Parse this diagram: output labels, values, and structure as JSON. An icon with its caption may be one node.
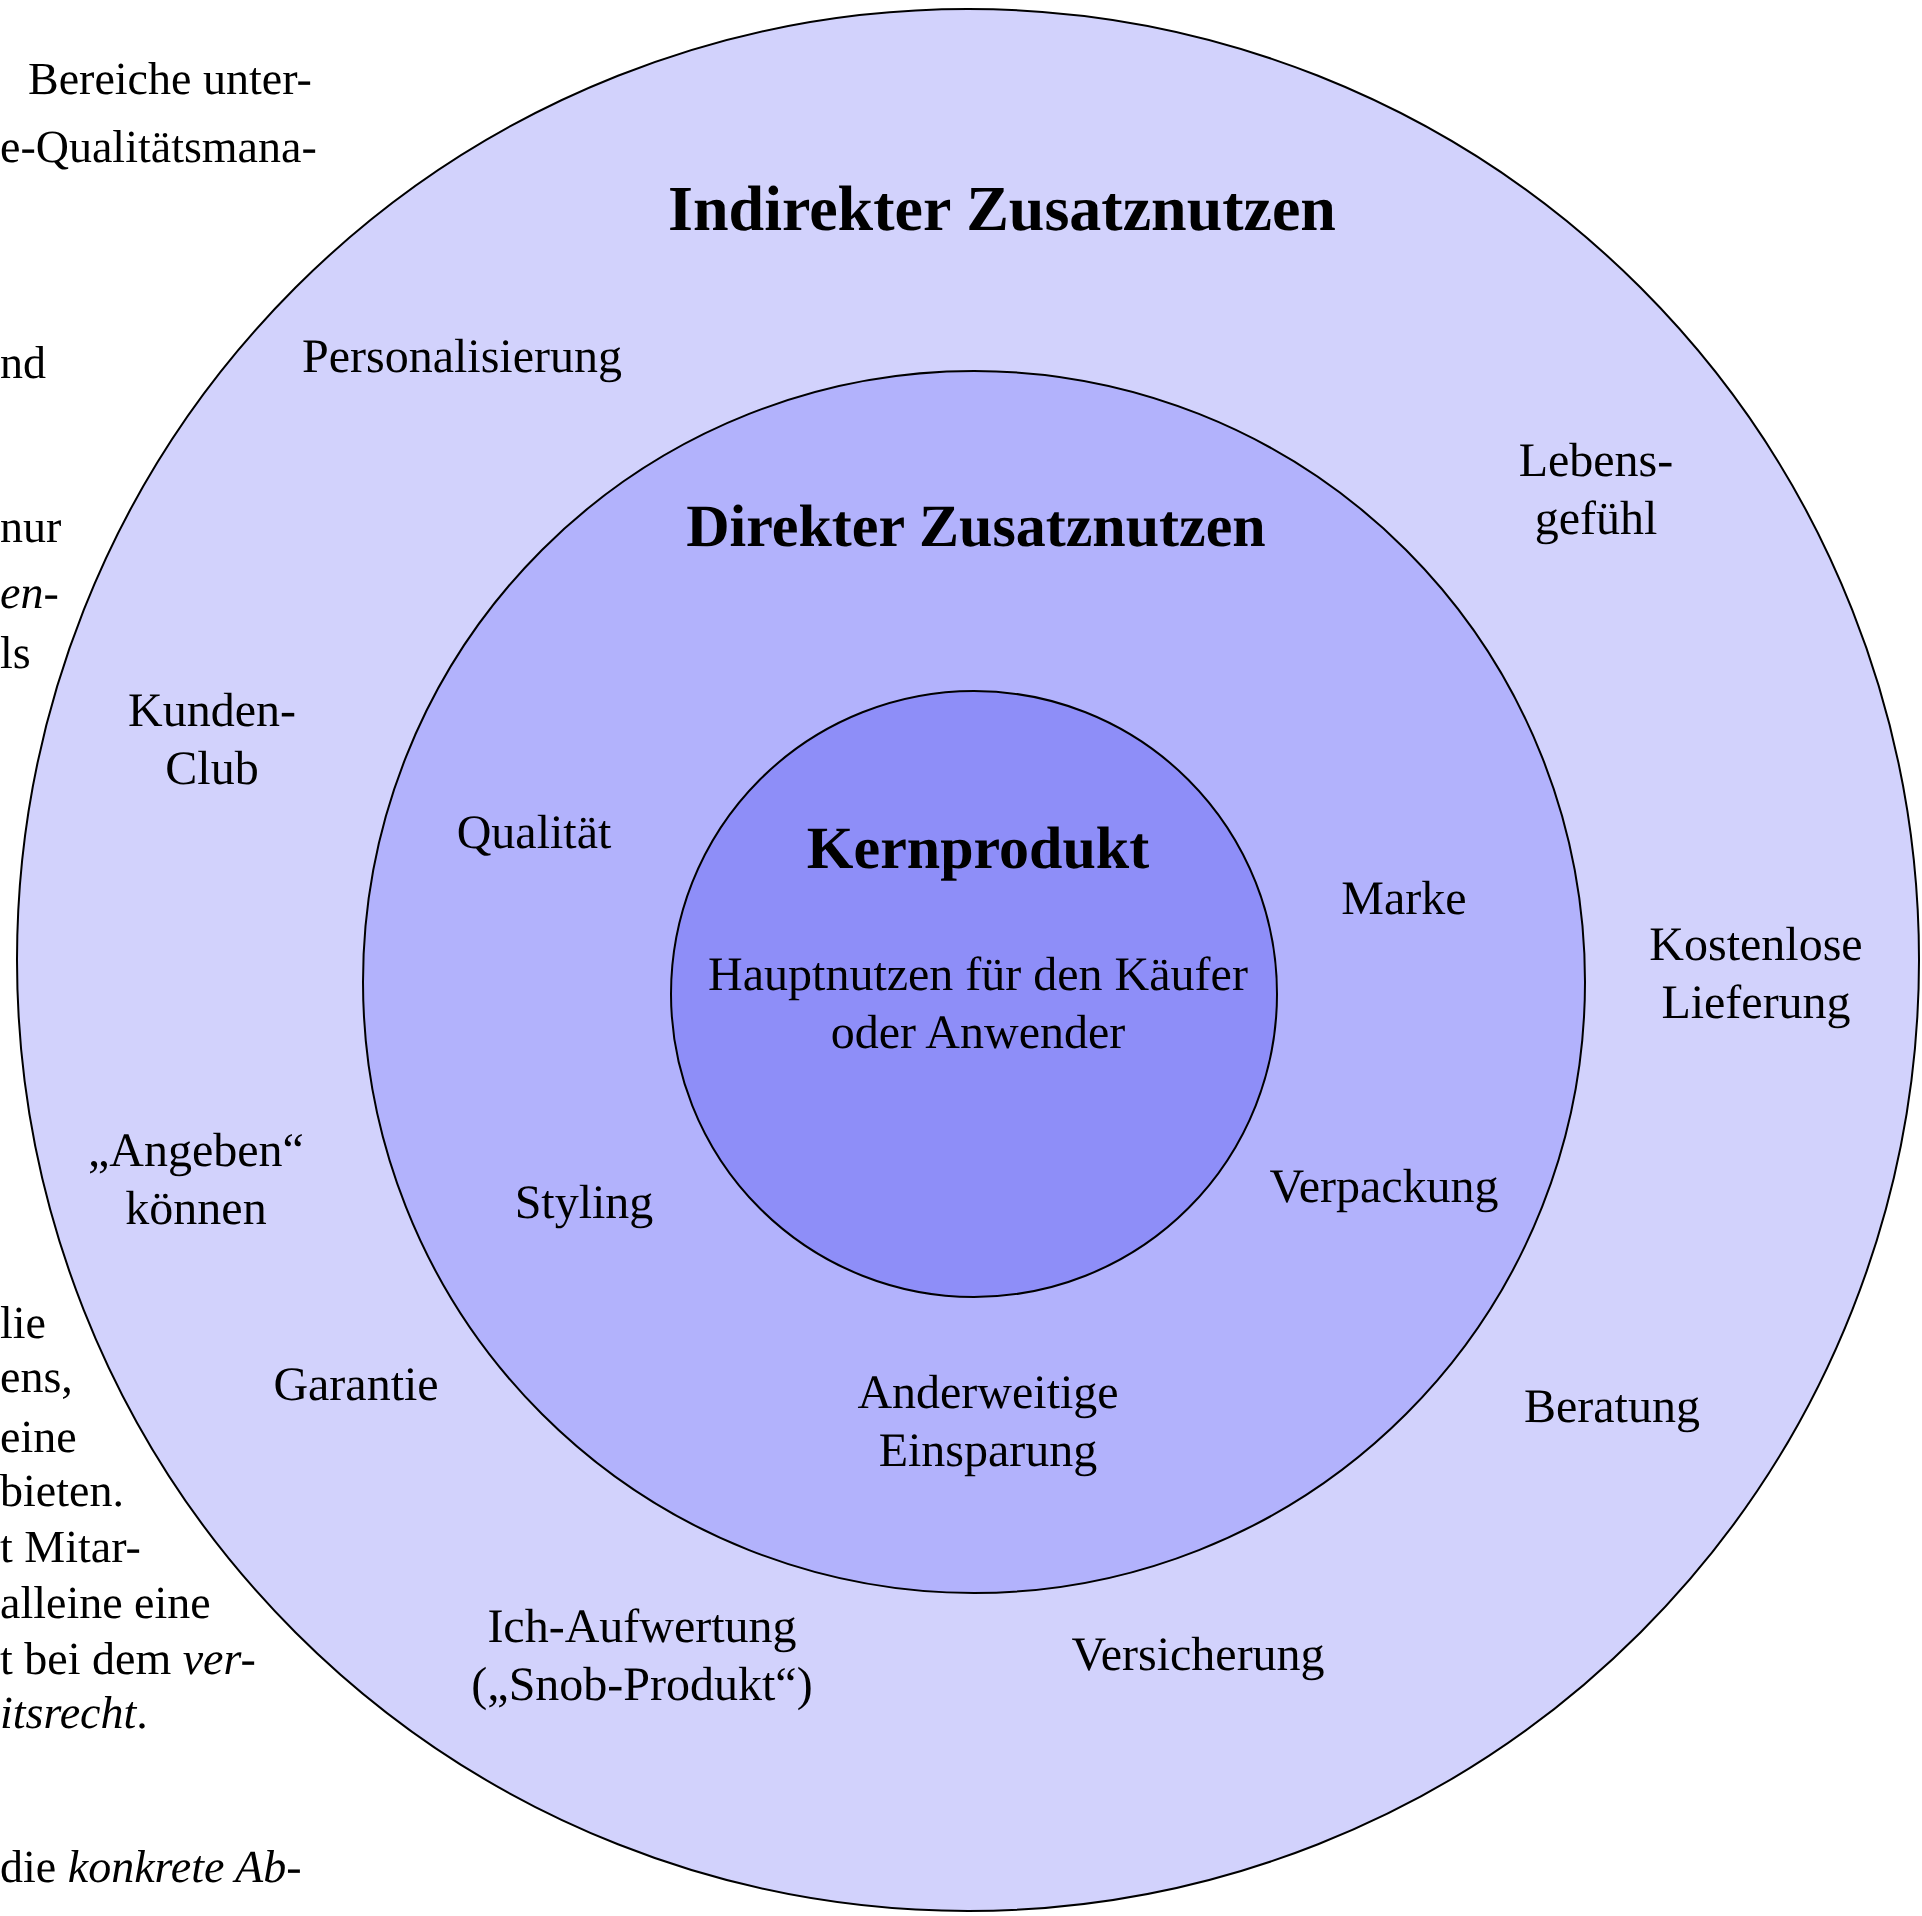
{
  "diagram": {
    "nodes": [
      {
        "text": [
          "Indirekter Zusatznutzen",
          "Personalisierung",
          "Lebens- gefühl",
          "Kunden- Club",
          "Kostenlose Lieferung",
          "„Angeben“ können",
          "Garantie",
          "Beratung",
          "Ich-Aufwertung („Snob-Produkt“)",
          "Versicherung"
        ]
      },
      {
        "text": [
          "Direkter Zusatznutzen",
          "Qualität",
          "Marke",
          "Styling",
          "Verpackung",
          "Anderweitige Einsparung"
        ],
        "in": 0
      },
      {
        "text": [
          "Kernprodukt",
          "Hauptnutzen für den Käufer oder Anwender"
        ],
        "in": 1
      }
    ],
    "labels": [
      "Bereiche unter-",
      "e-Qualitätsmana-",
      "nd",
      "nur",
      "*en-*",
      "ls",
      "lie",
      "ens,",
      "eine",
      "bieten.",
      "t Mitar-",
      "alleine eine",
      "t bei dem *ver-*",
      "*itsrecht*.",
      "die *konkrete Ab-*"
    ]
  }
}
